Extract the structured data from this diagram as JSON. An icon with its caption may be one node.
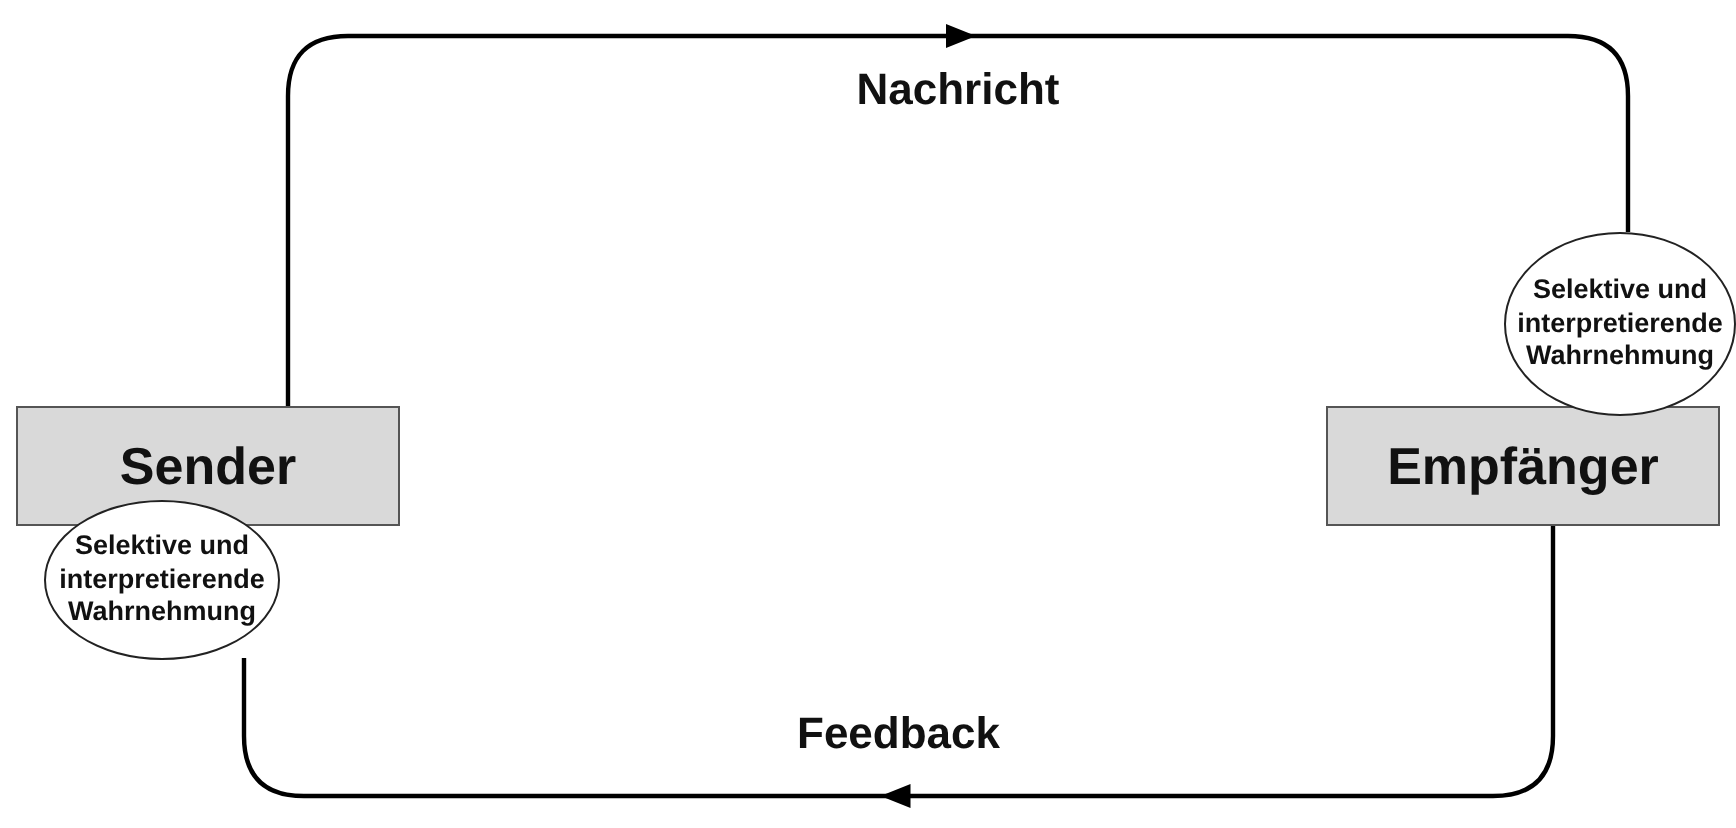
{
  "diagram": {
    "nodes": [
      {
        "text": [
          "Sender"
        ]
      },
      {
        "text": [
          "Selektive und interpretierende Wahrnehmung"
        ]
      },
      {
        "text": [
          "Selektive und interpretierende Wahrnehmung"
        ]
      },
      {
        "text": [
          "Empfänger"
        ]
      }
    ],
    "edges": [
      {
        "from": 0,
        "to": 2,
        "arrow": "to",
        "label": "Nachricht"
      },
      {
        "from": 3,
        "to": 1,
        "arrow": "to",
        "label": "Feedback"
      }
    ]
  }
}
